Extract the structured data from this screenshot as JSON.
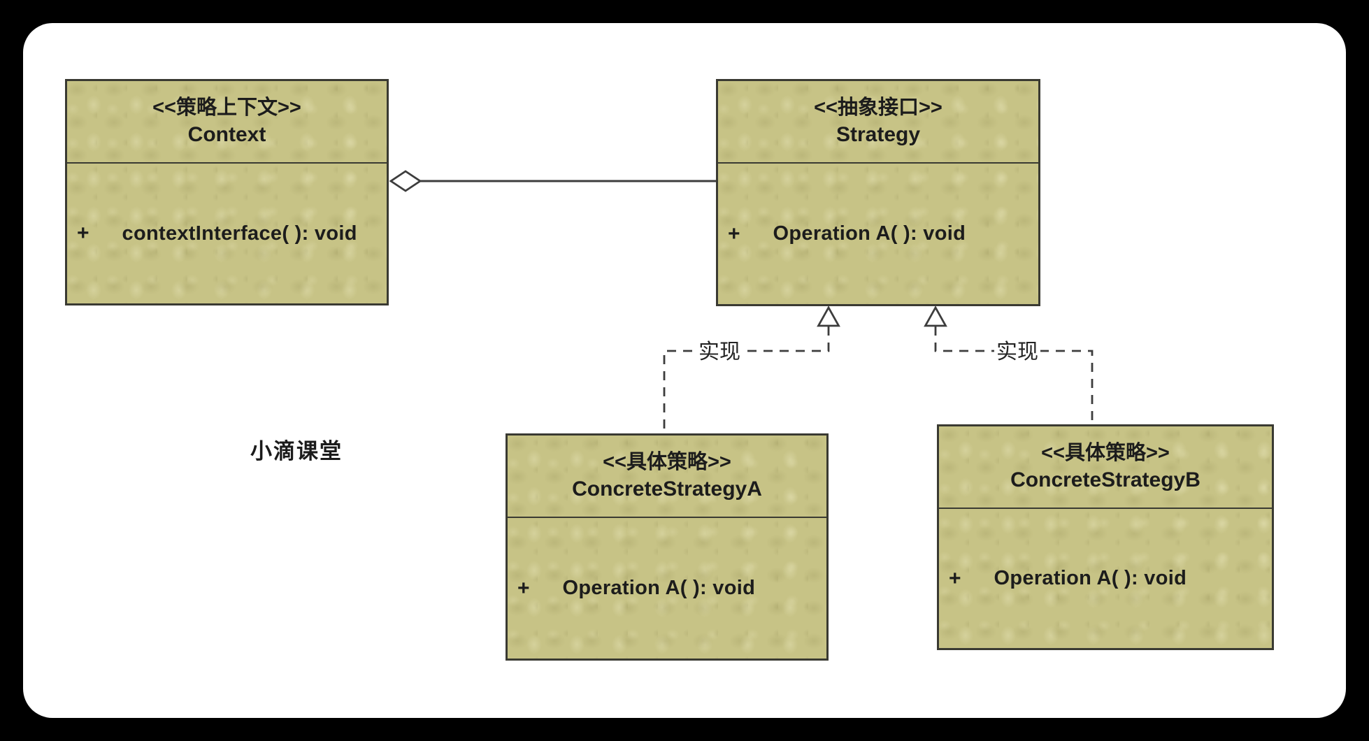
{
  "colors": {
    "frame": "#000000",
    "canvas": "#ffffff",
    "class_fill": "#c7c386",
    "class_border": "#3a3a32",
    "line": "#3d3d3d",
    "text": "#1c1c1c"
  },
  "watermark": "小滴课堂",
  "classes": {
    "context": {
      "stereotype": "<<策略上下文>>",
      "name": "Context",
      "visibility": "+",
      "method": "contextInterface( ): void"
    },
    "strategy": {
      "stereotype": "<<抽象接口>>",
      "name": "Strategy",
      "visibility": "+",
      "method": "Operation A( ): void"
    },
    "concrete_a": {
      "stereotype": "<<具体策略>>",
      "name": "ConcreteStrategyA",
      "visibility": "+",
      "method": "Operation A( ): void"
    },
    "concrete_b": {
      "stereotype": "<<具体策略>>",
      "name": "ConcreteStrategyB",
      "visibility": "+",
      "method": "Operation A( ): void"
    }
  },
  "relations": {
    "aggregation": {
      "from": "Context",
      "to": "Strategy",
      "type": "aggregation"
    },
    "realization_a": {
      "from": "ConcreteStrategyA",
      "to": "Strategy",
      "type": "realization",
      "label": "实现"
    },
    "realization_b": {
      "from": "ConcreteStrategyB",
      "to": "Strategy",
      "type": "realization",
      "label": "实现"
    }
  }
}
